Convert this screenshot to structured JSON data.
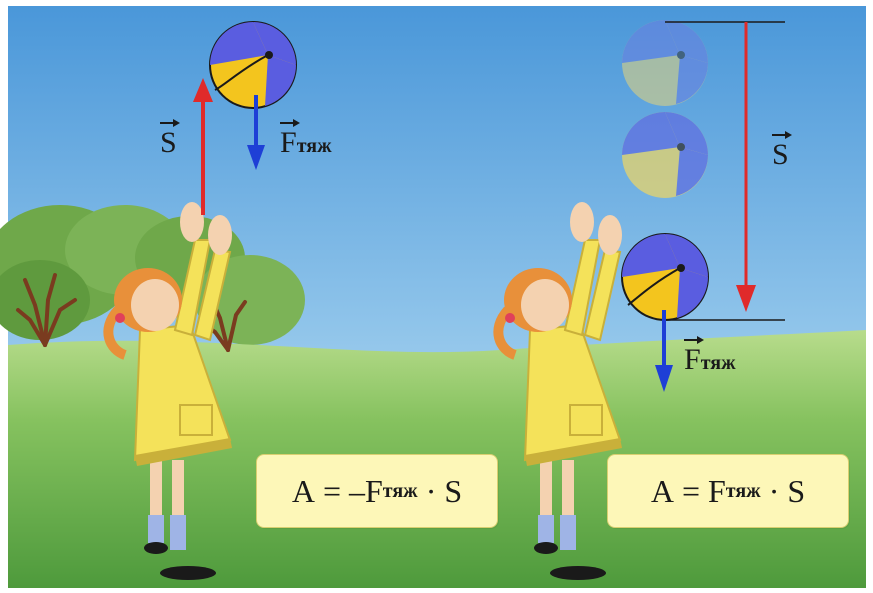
{
  "left_panel": {
    "s_label": "S",
    "f_label_main": "F",
    "f_label_sub": "тяж",
    "formula": {
      "lhs": "A",
      "eq": "=",
      "minus": "–",
      "F": "F",
      "sub": "тяж",
      "dot": "·",
      "S": "S"
    }
  },
  "right_panel": {
    "s_label": "S",
    "f_label_main": "F",
    "f_label_sub": "тяж",
    "formula": {
      "lhs": "A",
      "eq": "=",
      "F": "F",
      "sub": "тяж",
      "dot": "·",
      "S": "S"
    }
  },
  "colors": {
    "sky_top": "#4a97d9",
    "sky_bottom": "#bfe0f4",
    "grass": "#6ab04f",
    "displacement_arrow": "#e02a2a",
    "gravity_arrow": "#1e3fd6",
    "ball_blue": "#5a5de0",
    "ball_yellow": "#f3c51e",
    "dress": "#f4e25a",
    "formula_box": "#fdf7b8"
  }
}
